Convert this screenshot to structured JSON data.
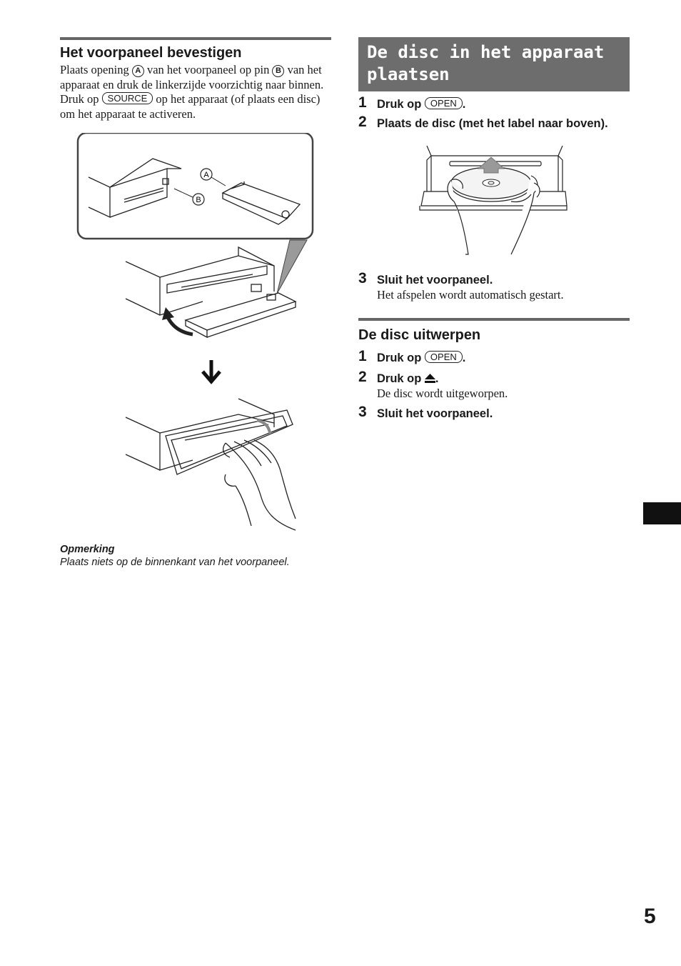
{
  "left": {
    "heading": "Het voorpaneel bevestigen",
    "para1": {
      "t1": "Plaats opening ",
      "circle_a": "A",
      "t2": " van het voorpaneel op pin ",
      "circle_b": "B",
      "t3": " van het apparaat en druk de linkerzijde voorzichtig naar binnen."
    },
    "para2": {
      "t1": "Druk op ",
      "key": "SOURCE",
      "t2": " op het apparaat (of plaats een disc) om het apparaat te activeren."
    },
    "figure_labels": {
      "a": "A",
      "b": "B"
    },
    "note": {
      "title": "Opmerking",
      "text": "Plaats niets op de binnenkant van het voorpaneel."
    }
  },
  "right": {
    "banner": {
      "line1": "De disc in het apparaat",
      "line2": "plaatsen"
    },
    "insert_steps": [
      {
        "num": "1",
        "text": "Druk op ",
        "key": "OPEN",
        "after": "."
      },
      {
        "num": "2",
        "text": "Plaats de disc (met het label naar boven)."
      },
      {
        "num": "3",
        "text": "Sluit het voorpaneel.",
        "sub": "Het afspelen wordt automatisch gestart."
      }
    ],
    "eject_heading": "De disc uitwerpen",
    "eject_steps": [
      {
        "num": "1",
        "text": "Druk op ",
        "key": "OPEN",
        "after": "."
      },
      {
        "num": "2",
        "text": "Druk op ",
        "icon": "eject-icon",
        "after": ".",
        "sub": "De disc wordt uitgeworpen."
      },
      {
        "num": "3",
        "text": "Sluit het voorpaneel."
      }
    ]
  },
  "page_number": "5"
}
